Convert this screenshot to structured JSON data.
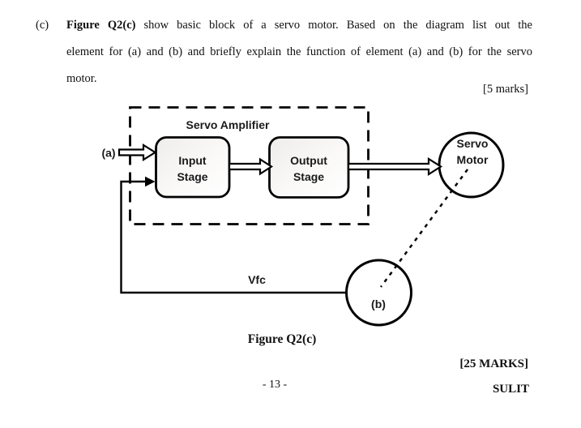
{
  "page": {
    "item_label": "(c)",
    "marks_small": "[5 marks]",
    "marks_total": "[25 MARKS]",
    "page_number": "- 13 -",
    "footer_word": "SULIT"
  },
  "question": {
    "figure_ref": "Figure Q2(c)",
    "line1_rest": " show basic block of a servo motor. Based on the diagram list out the",
    "line2": "element for (a) and (b) and briefly explain the function of element (a) and (b) for the servo",
    "line3": "motor."
  },
  "diagram": {
    "amplifier_label": "Servo Amplifier",
    "input_stage": {
      "line1": "Input",
      "line2": "Stage"
    },
    "output_stage": {
      "line1": "Output",
      "line2": "Stage"
    },
    "motor": {
      "line1": "Servo",
      "line2": "Motor"
    },
    "label_a": "(a)",
    "label_b": "(b)",
    "feedback_label": "Vfc",
    "caption": "Figure Q2(c)",
    "colors": {
      "ink": "#000000",
      "paper": "#ffffff",
      "box_fill_top": "#efedeb",
      "box_fill_bottom": "#ffffff"
    }
  }
}
